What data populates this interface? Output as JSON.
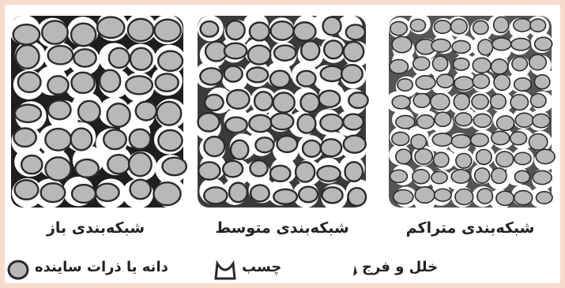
{
  "colors": {
    "background": "#f7dccb",
    "grain_fill": "#b8b8b8",
    "grain_stroke": "#2a2a2a",
    "cement_fill": "#ffffff"
  },
  "diagrams": [
    {
      "key": "open",
      "caption": "شبکه‌بندی باز",
      "density": "open"
    },
    {
      "key": "medium",
      "caption": "شبکه‌بندی متوسط",
      "density": "medium"
    },
    {
      "key": "dense",
      "caption": "شبکه‌بندی متراکم",
      "density": "dense"
    }
  ],
  "legend": {
    "grain_label": "دانه یا ذرات ساینده",
    "grain_icon": "grain-icon",
    "bond_label": "چسب",
    "bond_icon": "bond-icon",
    "pore_label": "خلل و فرج",
    "pore_icon": "pore-icon"
  }
}
